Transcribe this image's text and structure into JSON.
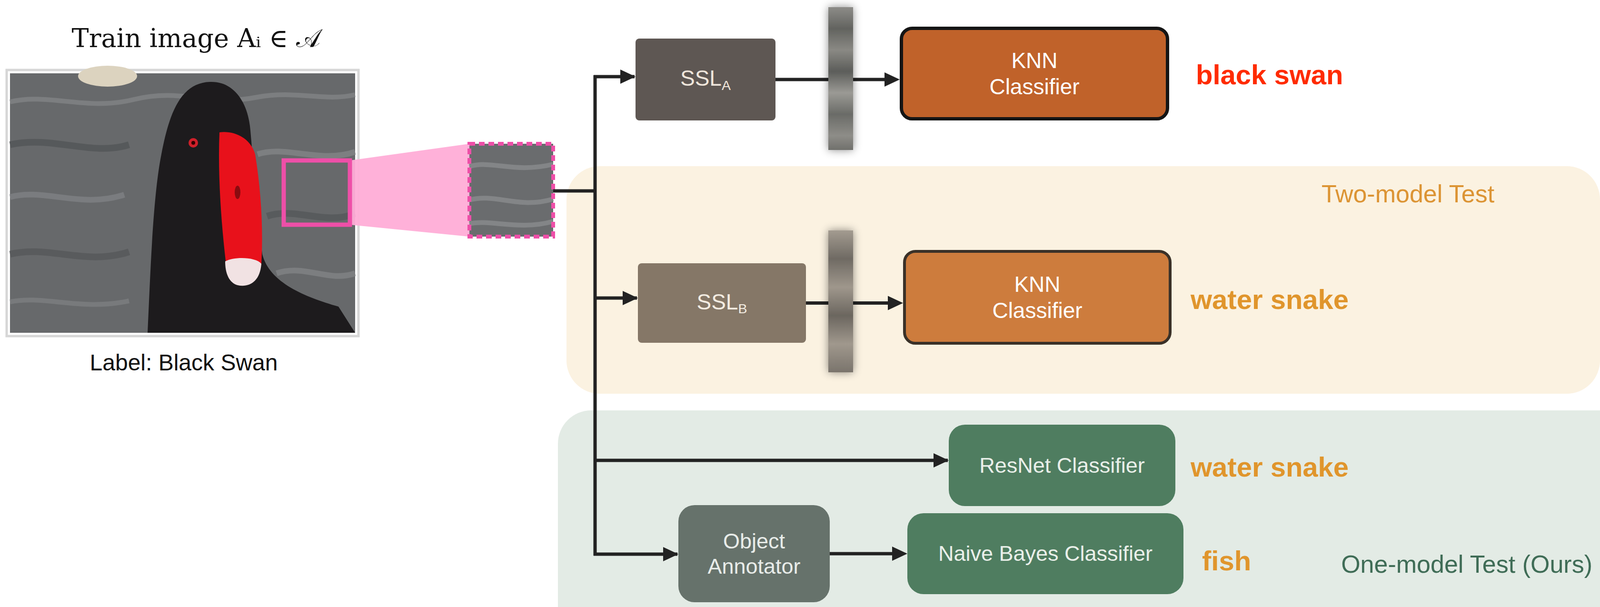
{
  "diagram": {
    "nodes": [
      {
        "text": [
          "SSL",
          "A"
        ]
      },
      {
        "text": [
          "KNN Classifier"
        ]
      },
      {
        "text": [
          "Two-model Test"
        ]
      },
      {
        "text": [
          "SSL",
          "B"
        ],
        "in": 2
      },
      {
        "text": [
          "KNN Classifier"
        ],
        "in": 2
      },
      {
        "text": [
          "One-model Test (Ours)"
        ]
      },
      {
        "text": [
          "ResNet Classifier"
        ],
        "in": 5
      },
      {
        "text": [
          "Object Annotator"
        ],
        "in": 5
      },
      {
        "text": [
          "Naive Bayes Classifier"
        ],
        "in": 5
      }
    ],
    "edges": [
      {
        "from": 0,
        "to": 1,
        "arrow": "to"
      },
      {
        "from": 3,
        "to": 4,
        "arrow": "to"
      },
      {
        "from": 7,
        "to": 8,
        "arrow": "to"
      }
    ],
    "labels": [
      "Train image Aᵢ ∈ 𝒜",
      "Label: Black Swan",
      "black swan",
      "water snake",
      "water snake",
      "fish"
    ]
  }
}
